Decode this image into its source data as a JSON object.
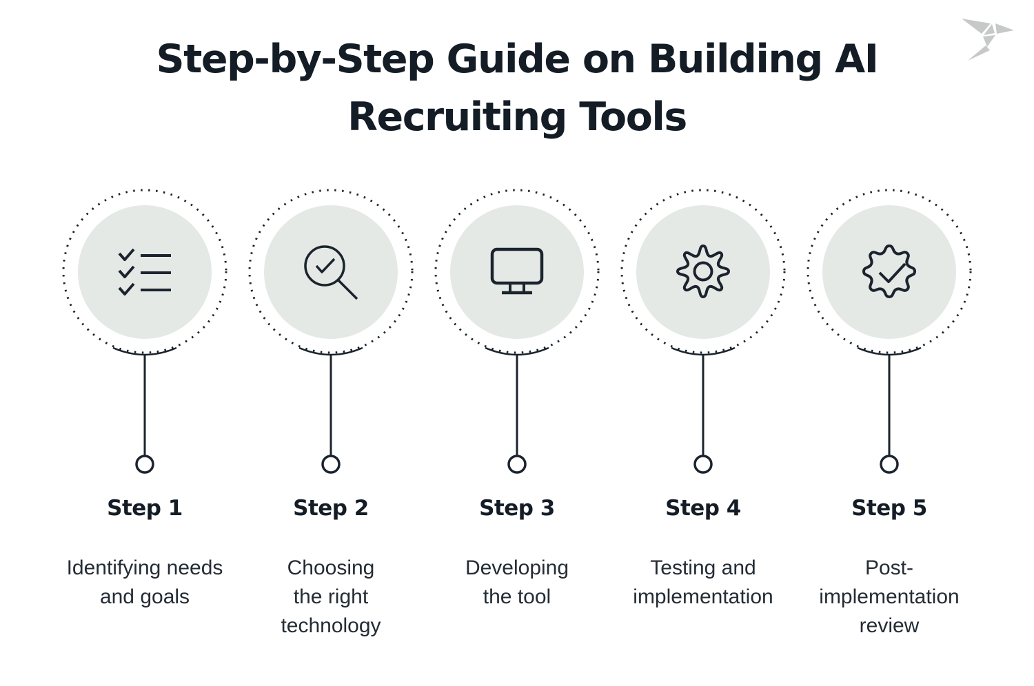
{
  "title": "Step-by-Step Guide on Building AI\nRecruiting Tools",
  "logo": {
    "icon": "origami-bird-icon",
    "color": "#c7c8c8"
  },
  "colors": {
    "background": "#ffffff",
    "ink": "#1b232d",
    "title_ink": "#141c26",
    "description_ink": "#242c35",
    "circle_fill": "#e4e9e6"
  },
  "steps": [
    {
      "label": "Step 1",
      "icon": "checklist-icon",
      "description": "Identifying needs\nand goals"
    },
    {
      "label": "Step 2",
      "icon": "search-check-icon",
      "description": "Choosing\nthe right\ntechnology"
    },
    {
      "label": "Step 3",
      "icon": "monitor-icon",
      "description": "Developing\nthe tool"
    },
    {
      "label": "Step 4",
      "icon": "gear-icon",
      "description": "Testing and\nimplementation"
    },
    {
      "label": "Step 5",
      "icon": "badge-check-icon",
      "description": "Post-\nimplementation\nreview"
    }
  ]
}
